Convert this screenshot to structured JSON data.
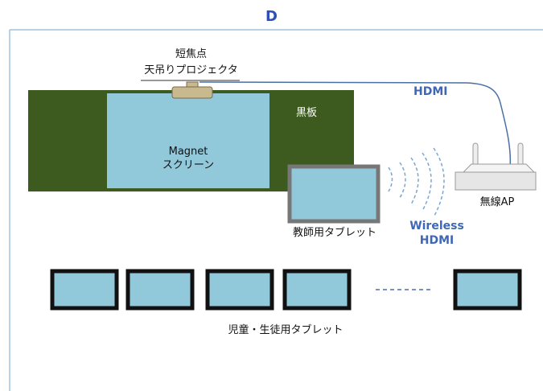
{
  "diagram": {
    "title": "D",
    "projector_label_line1": "短焦点",
    "projector_label_line2": "天吊りプロジェクタ",
    "blackboard_label": "黒板",
    "screen_label_line1": "Magnet",
    "screen_label_line2": "スクリーン",
    "hdmi_label": "HDMI",
    "wireless_label_line1": "Wireless",
    "wireless_label_line2": "HDMI",
    "ap_label": "無線AP",
    "teacher_tablet_label": "教師用タブレット",
    "student_tablets_label": "児童・生徒用タブレット",
    "student_tablet_count_drawn": 5
  },
  "colors": {
    "frame": "#9fc3de",
    "title": "#2f4fb8",
    "blackboard": "#3d5a1f",
    "screen": "#91c8da",
    "tablet_fill": "#91c8da",
    "tablet_border": "#111111",
    "teacher_tablet_border": "#777777",
    "cable": "#4a6fa5",
    "label_blue": "#3e67b6",
    "projector": "#c8b98e",
    "ap_body": "#e6e6e6"
  }
}
